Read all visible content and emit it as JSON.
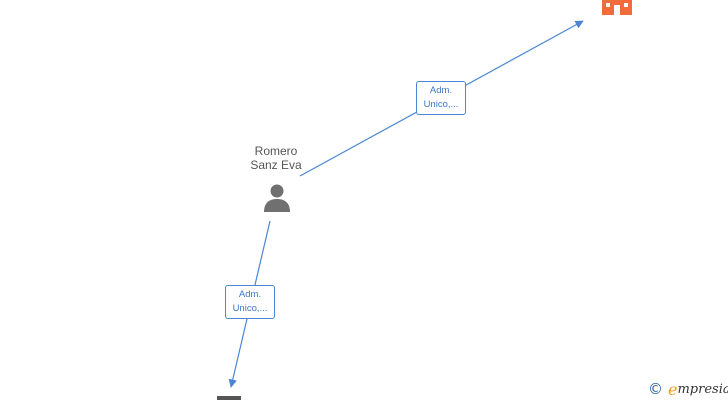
{
  "diagram": {
    "person": {
      "name_line1": "Romero",
      "name_line2": "Sanz Eva",
      "icon": "person-icon"
    },
    "company_top": {
      "icon": "building-icon",
      "color": "#f26b3a"
    },
    "company_bottom": {
      "icon": "building-icon",
      "color": "#555555"
    },
    "edges": [
      {
        "label_line1": "Adm.",
        "label_line2": "Unico,..."
      },
      {
        "label_line1": "Adm.",
        "label_line2": "Unico,..."
      }
    ],
    "edge_color": "#4a86d4"
  },
  "watermark": {
    "copyright_symbol": "©",
    "brand_initial": "e",
    "brand_rest": "mpresia"
  }
}
